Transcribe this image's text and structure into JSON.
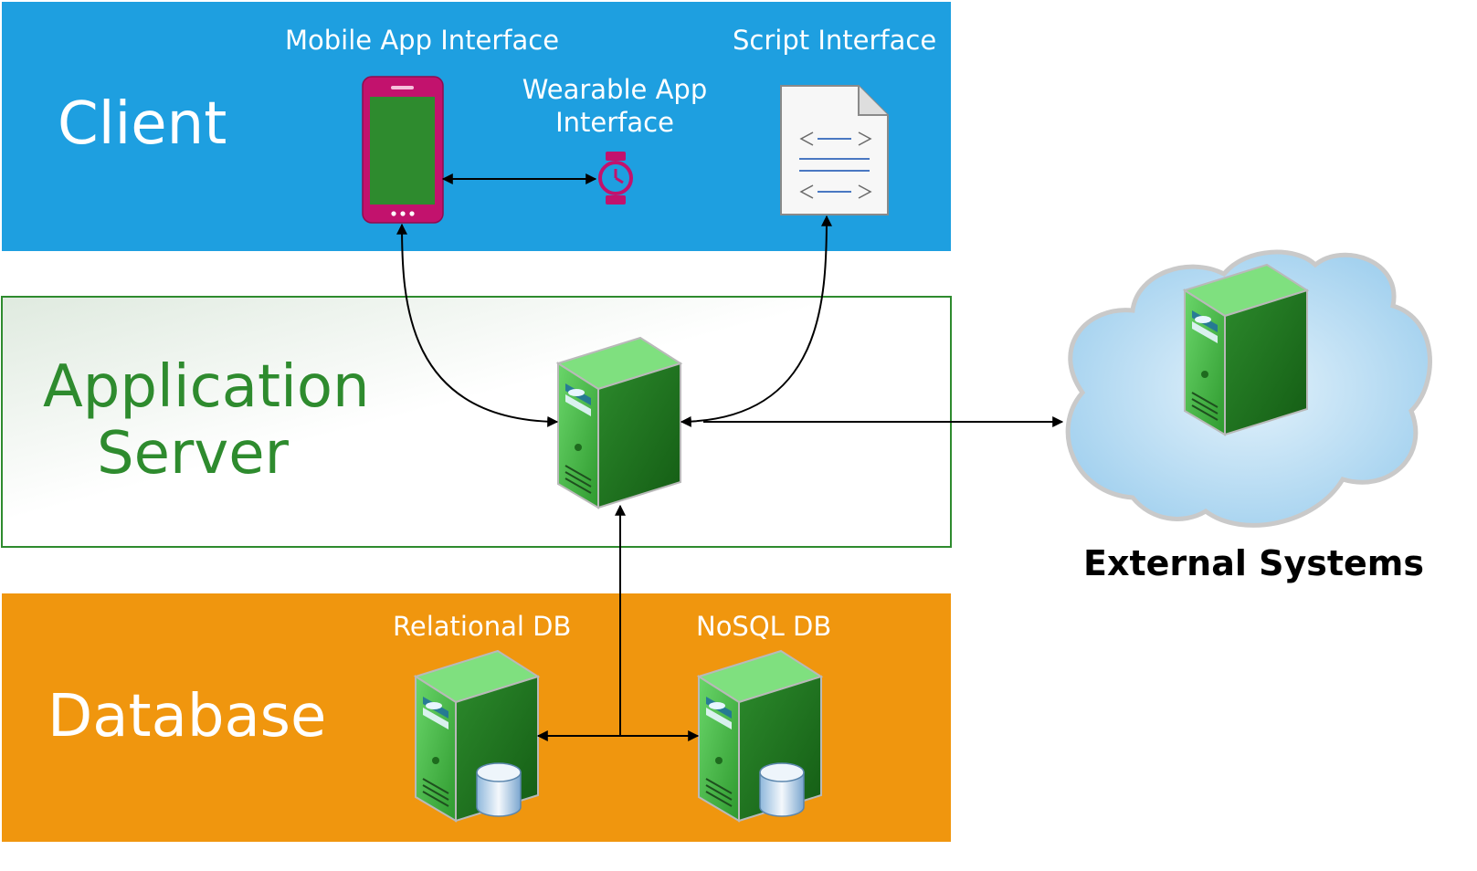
{
  "layers": {
    "client": {
      "label": "Client",
      "color": "#1e9fe0"
    },
    "app_server": {
      "label_line1": "Application",
      "label_line2": "Server",
      "color": "#2e8b2e"
    },
    "database": {
      "label": "Database",
      "color": "#f0960e"
    }
  },
  "components": {
    "mobile": {
      "label": "Mobile App Interface",
      "icon": "smartphone-icon",
      "color": "#c2126d"
    },
    "wearable": {
      "label_line1": "Wearable App",
      "label_line2": "Interface",
      "icon": "smartwatch-icon",
      "color": "#c2126d"
    },
    "script": {
      "label": "Script Interface",
      "icon": "script-document-icon"
    },
    "app_server": {
      "icon": "server-icon"
    },
    "relational_db": {
      "label": "Relational DB",
      "icon": "database-server-icon"
    },
    "nosql_db": {
      "label": "NoSQL DB",
      "icon": "database-server-icon"
    },
    "external": {
      "label": "External Systems",
      "icon": "cloud-server-icon"
    }
  },
  "colors": {
    "server_green": "#4cbf4c",
    "cloud_blue": "#b9dcf2"
  }
}
